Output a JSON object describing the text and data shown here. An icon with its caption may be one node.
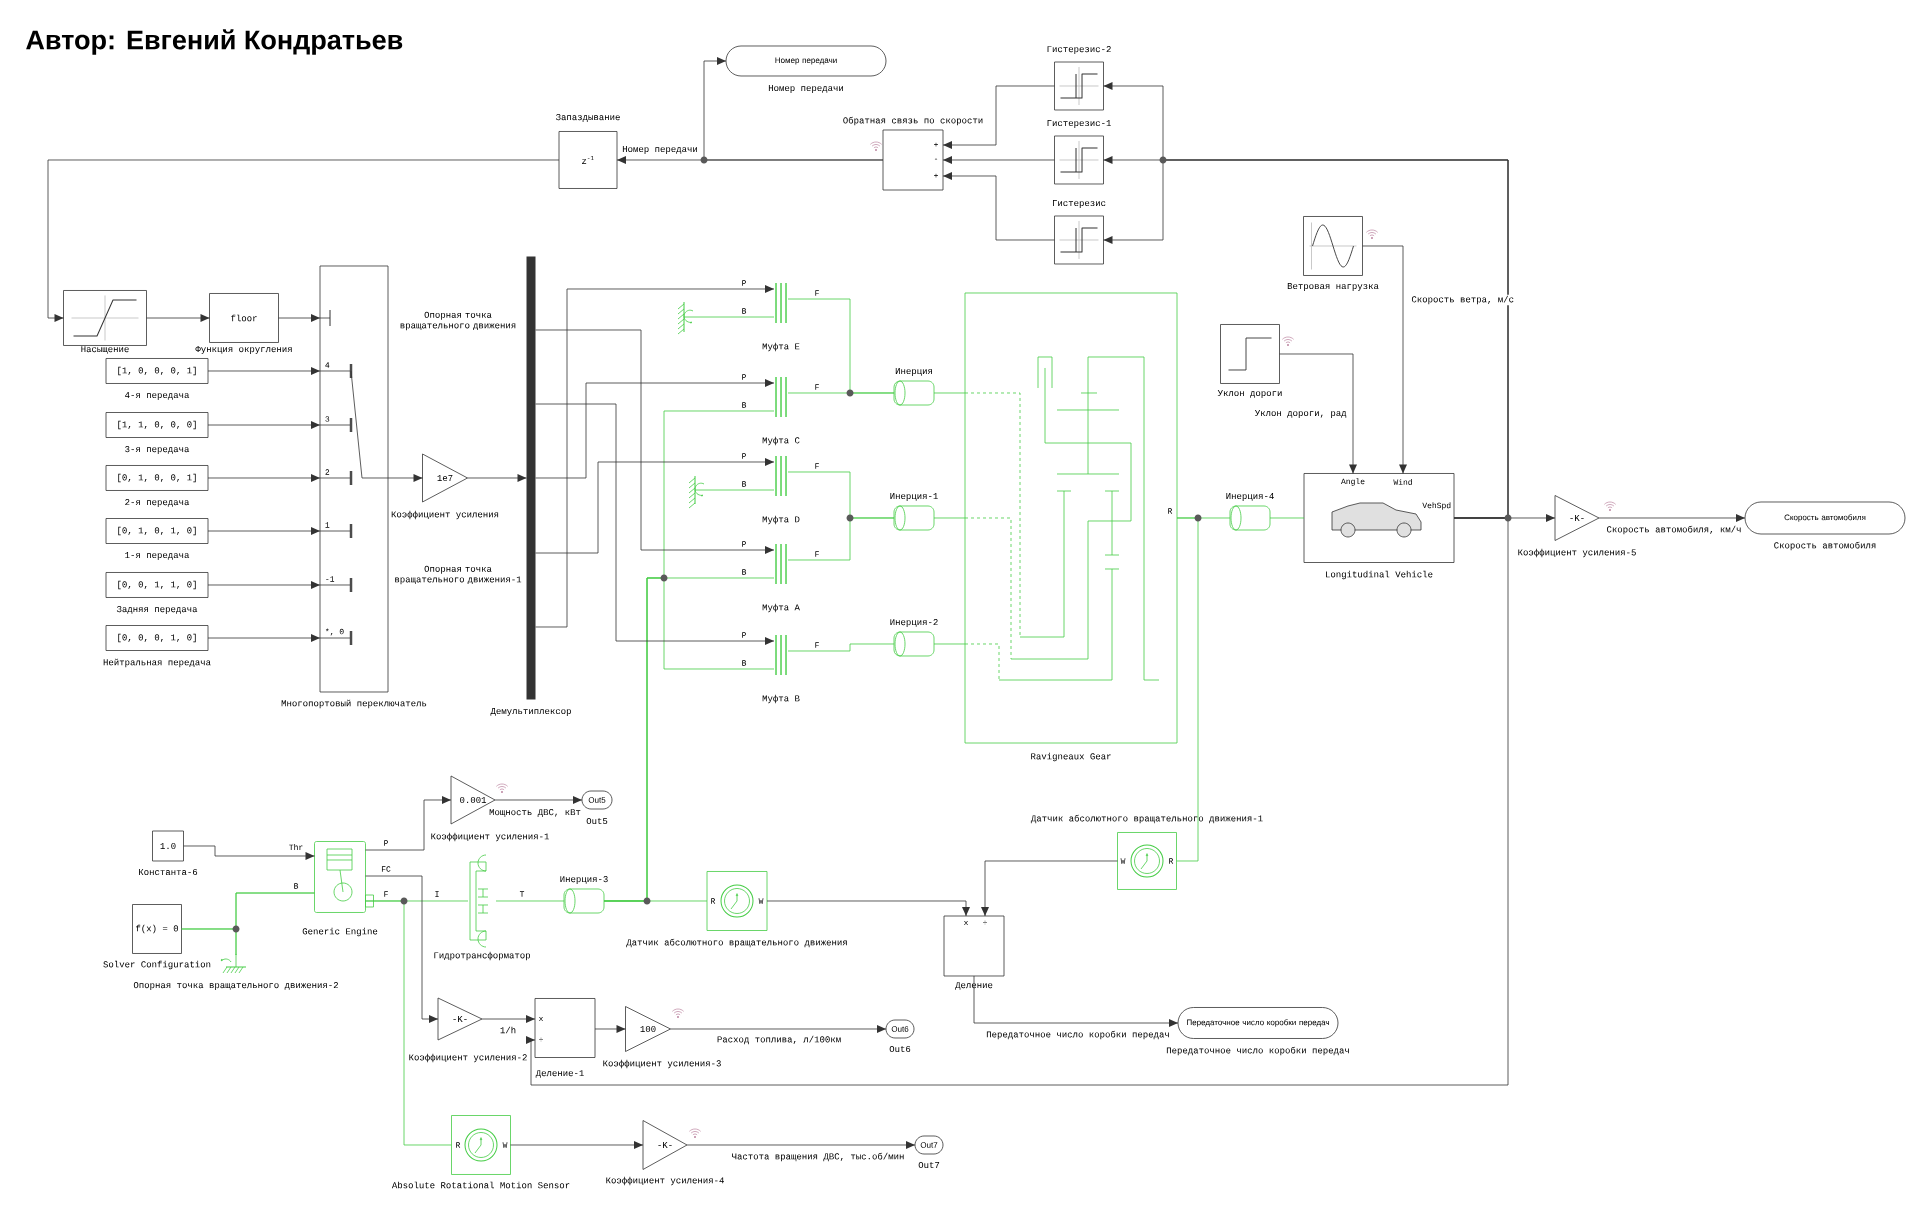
{
  "diagram": {
    "title": "Автор: Евгений Кондратьев",
    "nodes": [
      {
        "text": [
          "Номер передачи"
        ],
        "beside": [
          "Номер передачи"
        ]
      },
      {
        "text": [
          "z$^{-1}$"
        ],
        "beside": [
          "Запаздывание"
        ]
      },
      {
        "text": [],
        "shape": "box",
        "beside": [
          "Обратная связь по скорости"
        ]
      },
      {
        "text": [],
        "shape": "picture",
        "beside": [
          "Гистерезис-2"
        ]
      },
      {
        "text": [],
        "shape": "picture",
        "beside": [
          "Гистерезис-1"
        ]
      },
      {
        "text": [],
        "shape": "picture",
        "beside": [
          "Гистерезис"
        ]
      },
      {
        "text": [],
        "shape": "picture",
        "beside": [
          "Насыщение"
        ]
      },
      {
        "text": [
          "floor"
        ],
        "beside": [
          "Функция округления"
        ]
      },
      {
        "text": [],
        "shape": "box",
        "beside": [
          "Многопортовый переключатель"
        ]
      },
      {
        "text": [
          "[1, 0, 0, 0, 1]"
        ],
        "beside": [
          "4-я передача"
        ]
      },
      {
        "text": [
          "[1, 1, 0, 0, 0]"
        ],
        "beside": [
          "3-я передача"
        ]
      },
      {
        "text": [
          "[0, 1, 0, 0, 1]"
        ],
        "beside": [
          "2-я передача"
        ]
      },
      {
        "text": [
          "[0, 1, 0, 1, 0]"
        ],
        "beside": [
          "1-я передача"
        ]
      },
      {
        "text": [
          "[0, 0, 1, 1, 0]"
        ],
        "beside": [
          "Задняя передача"
        ]
      },
      {
        "text": [
          "[0, 0, 0, 1, 0]"
        ],
        "beside": [
          "Нейтральная передача"
        ]
      },
      {
        "text": [
          "1e7"
        ],
        "beside": [
          "Коэффициент усиления"
        ]
      },
      {
        "text": [],
        "shape": "bar",
        "beside": [
          "Демультиплексор"
        ]
      },
      {
        "text": [],
        "shape": "picture"
      },
      {
        "text": [],
        "shape": "picture"
      },
      {
        "text": [
          "Муфта E"
        ]
      },
      {
        "text": [
          "Муфта C"
        ]
      },
      {
        "text": [
          "Муфта D"
        ]
      },
      {
        "text": [
          "Муфта A"
        ]
      },
      {
        "text": [
          "Муфта B"
        ]
      },
      {
        "text": [],
        "shape": "cylinder",
        "beside": [
          "Инерция"
        ]
      },
      {
        "text": [],
        "shape": "cylinder",
        "beside": [
          "Инерция-1"
        ]
      },
      {
        "text": [],
        "shape": "cylinder",
        "beside": [
          "Инерция-2"
        ]
      },
      {
        "text": [],
        "shape": "picture",
        "beside": [
          "Ravigneaux Gear"
        ]
      },
      {
        "text": [],
        "shape": "cylinder",
        "beside": [
          "Инерция-4"
        ]
      },
      {
        "text": [],
        "shape": "picture",
        "beside": [
          "Ветровая нагрузка"
        ]
      },
      {
        "text": [],
        "shape": "picture",
        "beside": [
          "Уклон дороги"
        ]
      },
      {
        "text": [],
        "shape": "picture",
        "beside": [
          "Longitudinal Vehicle"
        ]
      },
      {
        "text": [
          "-K-"
        ],
        "beside": [
          "Коэффициент усиления-5"
        ]
      },
      {
        "text": [
          "Скорость автомобиля"
        ],
        "beside": [
          "Скорость автомобиля"
        ]
      },
      {
        "text": [
          "1.0"
        ],
        "beside": [
          "Константа-6"
        ]
      },
      {
        "text": [
          "f(x) = 0"
        ],
        "beside": [
          "Solver Configuration"
        ]
      },
      {
        "text": [],
        "shape": "picture",
        "beside": [
          "Опорная точка вращательного движения-2"
        ]
      },
      {
        "text": [],
        "shape": "picture",
        "beside": [
          "Generic Engine"
        ]
      },
      {
        "text": [
          "0.001"
        ],
        "beside": [
          "Коэффициент усиления-1"
        ]
      },
      {
        "text": [
          "Out5"
        ],
        "beside": [
          "Out5"
        ]
      },
      {
        "text": [],
        "shape": "picture",
        "beside": [
          "Гидротрансформатор"
        ]
      },
      {
        "text": [],
        "shape": "cylinder",
        "beside": [
          "Инерция-3"
        ]
      },
      {
        "text": [],
        "shape": "picture",
        "beside": [
          "Датчик абсолютного вращательного движения"
        ]
      },
      {
        "text": [],
        "shape": "picture",
        "beside": [
          "Датчик абсолютного вращательного движения-1"
        ]
      },
      {
        "text": [],
        "shape": "box",
        "beside": [
          "Деление"
        ]
      },
      {
        "text": [
          "Передаточное число коробки передач"
        ],
        "beside": [
          "Передаточное число коробки передач"
        ]
      },
      {
        "text": [
          "-K-"
        ],
        "beside": [
          "Коэффициент усиления-2"
        ]
      },
      {
        "text": [],
        "shape": "box",
        "beside": [
          "Деление-1"
        ]
      },
      {
        "text": [
          "100"
        ],
        "beside": [
          "Коэффициент усиления-3"
        ]
      },
      {
        "text": [
          "Out6"
        ],
        "beside": [
          "Out6"
        ]
      },
      {
        "text": [],
        "shape": "picture",
        "beside": [
          "Absolute Rotational Motion Sensor"
        ]
      },
      {
        "text": [
          "-K-"
        ],
        "beside": [
          "Коэффициент усиления-4"
        ]
      },
      {
        "text": [
          "Out7"
        ],
        "beside": [
          "Out7"
        ]
      }
    ],
    "edges": [
      {
        "from": 2,
        "to": 1,
        "arrow": "to",
        "label": "Номер передачи"
      },
      {
        "from": 2,
        "to": 0,
        "arrow": "to"
      },
      {
        "from": 1,
        "to": 6,
        "arrow": "to"
      },
      {
        "from": 6,
        "to": 7,
        "arrow": "to"
      },
      {
        "from": 7,
        "to": 8,
        "arrow": "to"
      },
      {
        "from": 9,
        "to": 8,
        "arrow": "to"
      },
      {
        "from": 10,
        "to": 8,
        "arrow": "to"
      },
      {
        "from": 11,
        "to": 8,
        "arrow": "to"
      },
      {
        "from": 12,
        "to": 8,
        "arrow": "to"
      },
      {
        "from": 13,
        "to": 8,
        "arrow": "to"
      },
      {
        "from": 14,
        "to": 8,
        "arrow": "to"
      },
      {
        "from": 8,
        "to": 15,
        "arrow": "to"
      },
      {
        "from": 15,
        "to": 16,
        "arrow": "to"
      },
      {
        "from": 16,
        "to": 19,
        "arrow": "to"
      },
      {
        "from": 16,
        "to": 20,
        "arrow": "to"
      },
      {
        "from": 16,
        "to": 21,
        "arrow": "to"
      },
      {
        "from": 16,
        "to": 22,
        "arrow": "to"
      },
      {
        "from": 16,
        "to": 23,
        "arrow": "to"
      },
      {
        "from": 17,
        "to": 19,
        "arrow": "none",
        "color": "#44cc44"
      },
      {
        "from": 18,
        "to": 21,
        "arrow": "none",
        "color": "#44cc44"
      },
      {
        "from": 19,
        "to": 24,
        "arrow": "none",
        "color": "#44cc44"
      },
      {
        "from": 20,
        "to": 24,
        "arrow": "none",
        "color": "#44cc44"
      },
      {
        "from": 21,
        "to": 25,
        "arrow": "none",
        "color": "#44cc44"
      },
      {
        "from": 22,
        "to": 25,
        "arrow": "none",
        "color": "#44cc44"
      },
      {
        "from": 23,
        "to": 26,
        "arrow": "none",
        "color": "#44cc44"
      },
      {
        "from": 24,
        "to": 27,
        "arrow": "none",
        "color": "#44cc44"
      },
      {
        "from": 25,
        "to": 27,
        "arrow": "none",
        "color": "#44cc44"
      },
      {
        "from": 26,
        "to": 27,
        "arrow": "none",
        "color": "#44cc44"
      },
      {
        "from": 27,
        "to": 28,
        "arrow": "none",
        "color": "#44cc44"
      },
      {
        "from": 27,
        "to": 43,
        "arrow": "none",
        "color": "#44cc44"
      },
      {
        "from": 28,
        "to": 31,
        "arrow": "none",
        "color": "#44cc44"
      },
      {
        "from": 41,
        "to": 20,
        "arrow": "none",
        "color": "#44cc44"
      },
      {
        "from": 41,
        "to": 22,
        "arrow": "none",
        "color": "#44cc44"
      },
      {
        "from": 41,
        "to": 23,
        "arrow": "none",
        "color": "#44cc44"
      },
      {
        "from": 41,
        "to": 42,
        "arrow": "none",
        "color": "#44cc44"
      },
      {
        "from": 31,
        "to": 32,
        "arrow": "to"
      },
      {
        "from": 31,
        "to": 3,
        "arrow": "to"
      },
      {
        "from": 31,
        "to": 4,
        "arrow": "to"
      },
      {
        "from": 31,
        "to": 5,
        "arrow": "to"
      },
      {
        "from": 31,
        "to": 47,
        "arrow": "to"
      },
      {
        "from": 32,
        "to": 33,
        "arrow": "to",
        "label": "Скорость автомобиля, км/ч"
      },
      {
        "from": 3,
        "to": 2,
        "arrow": "to"
      },
      {
        "from": 4,
        "to": 2,
        "arrow": "to"
      },
      {
        "from": 5,
        "to": 2,
        "arrow": "to"
      },
      {
        "from": 29,
        "to": 31,
        "arrow": "to",
        "label": "Скорость ветра, м/с"
      },
      {
        "from": 30,
        "to": 31,
        "arrow": "to",
        "label": "Уклон дороги, рад"
      },
      {
        "from": 34,
        "to": 37,
        "arrow": "to"
      },
      {
        "from": 35,
        "to": 37,
        "arrow": "none",
        "color": "#44cc44"
      },
      {
        "from": 36,
        "to": 37,
        "arrow": "none",
        "color": "#44cc44"
      },
      {
        "from": 35,
        "to": 36,
        "arrow": "none",
        "color": "#44cc44"
      },
      {
        "from": 37,
        "to": 38,
        "arrow": "to"
      },
      {
        "from": 38,
        "to": 39,
        "arrow": "to",
        "label": "Мощность ДВС, кВт"
      },
      {
        "from": 37,
        "to": 46,
        "arrow": "to"
      },
      {
        "from": 37,
        "to": 40,
        "arrow": "none",
        "color": "#44cc44"
      },
      {
        "from": 37,
        "to": 50,
        "arrow": "none",
        "color": "#44cc44"
      },
      {
        "from": 40,
        "to": 41,
        "arrow": "none",
        "color": "#44cc44"
      },
      {
        "from": 42,
        "to": 44,
        "arrow": "to"
      },
      {
        "from": 43,
        "to": 44,
        "arrow": "to"
      },
      {
        "from": 44,
        "to": 45,
        "arrow": "to",
        "label": "Передаточное число коробки передач"
      },
      {
        "from": 46,
        "to": 47,
        "arrow": "to",
        "label": "1/h"
      },
      {
        "from": 47,
        "to": 48,
        "arrow": "to"
      },
      {
        "from": 48,
        "to": 49,
        "arrow": "to",
        "label": "Расход топлива, л/100км"
      },
      {
        "from": 50,
        "to": 51,
        "arrow": "to"
      },
      {
        "from": 51,
        "to": 52,
        "arrow": "to",
        "label": "Частота вращения ДВС, тыс.об/мин"
      }
    ],
    "labels": [
      "Опорная точка вращательного движения",
      "Опорная точка вращательного движения-1",
      "4",
      "3",
      "2",
      "1",
      "-1",
      "*, 0",
      "P",
      "B",
      "F",
      "P",
      "B",
      "F",
      "P",
      "B",
      "F",
      "P",
      "B",
      "F",
      "P",
      "B",
      "F",
      "+",
      "-",
      "+",
      "Angle",
      "Wind",
      "VehSpd",
      "R",
      "Thr",
      "B",
      "P",
      "FC",
      "F",
      "I",
      "T",
      "R",
      "W",
      "W",
      "R",
      "x",
      "÷",
      "x",
      "÷",
      "R",
      "W"
    ]
  }
}
